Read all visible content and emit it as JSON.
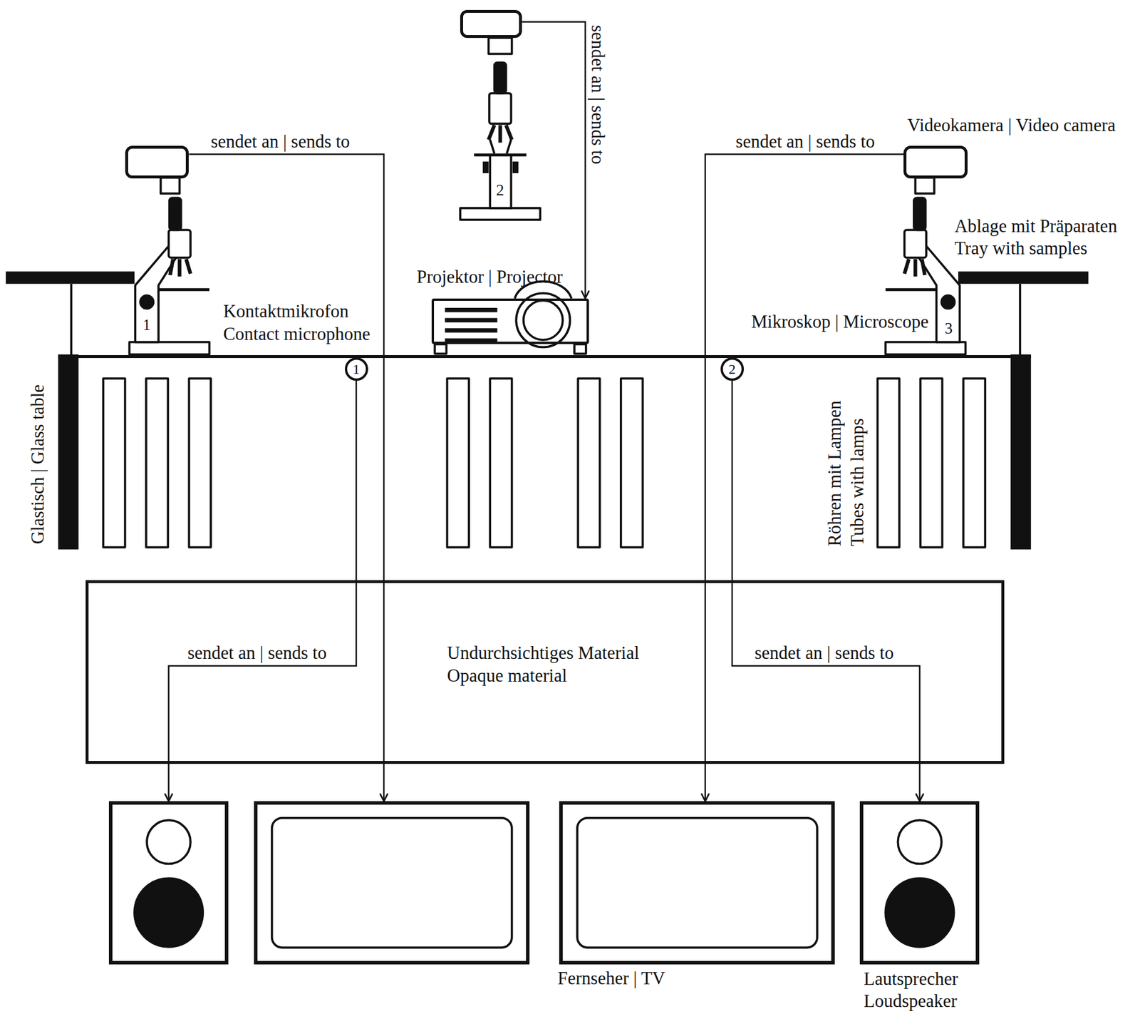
{
  "diagram": {
    "nodes": [
      {
        "text": []
      },
      {
        "text": []
      },
      {
        "text": [
          "Videokamera | Video camera"
        ]
      },
      {
        "text": [
          "Projektor | Projector"
        ]
      },
      {
        "text": [
          "1"
        ]
      },
      {
        "text": [
          "2"
        ]
      },
      {
        "text": [
          "Undurchsichtiges Material Opaque material"
        ]
      },
      {
        "text": []
      },
      {
        "text": []
      },
      {
        "text": [
          "Fernseher | TV"
        ]
      },
      {
        "text": [
          "Lautsprecher Loudspeaker"
        ]
      }
    ],
    "edges": [
      {
        "from": 1,
        "to": 8,
        "label": "sendet an | sends to",
        "arrow": "to"
      },
      {
        "from": 0,
        "to": 3,
        "label": "sendet an | sends to",
        "arrow": "to"
      },
      {
        "from": 2,
        "to": 9,
        "label": "sendet an | sends to",
        "arrow": "to"
      },
      {
        "from": 4,
        "to": 7,
        "label": "sendet an | sends to",
        "arrow": "to"
      },
      {
        "from": 5,
        "to": 10,
        "label": "sendet an | sends to",
        "arrow": "to"
      }
    ],
    "labels": [
      "Ablage mit Präparaten Tray with samples",
      "2",
      "Kontaktmikrofon Contact microphone",
      "Mikroskop | Microscope",
      "1",
      "3",
      "Glastisch | Glass table",
      "Röhren mit Lampen Tubes with lamps"
    ]
  }
}
